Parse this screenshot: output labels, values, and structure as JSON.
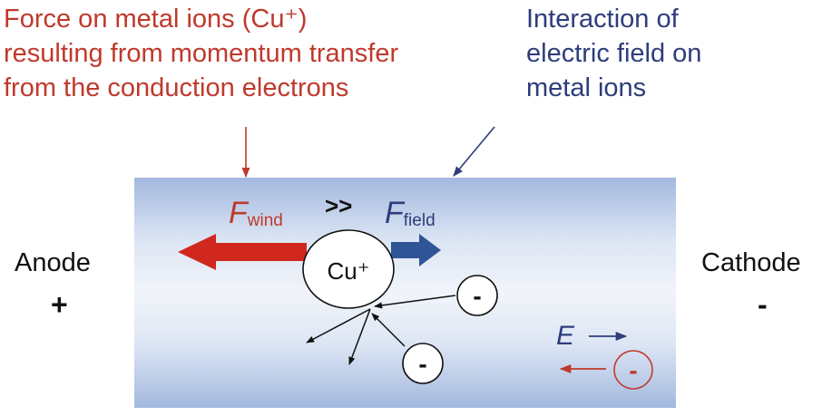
{
  "wind_caption": {
    "line1": "Force on metal ions (Cu⁺)",
    "line2": "resulting from momentum transfer",
    "line3": "from the conduction electrons"
  },
  "field_caption": {
    "line1": "Interaction of",
    "line2": "electric field on",
    "line3": "metal ions"
  },
  "anode": {
    "label": "Anode",
    "sign": "+"
  },
  "cathode": {
    "label": "Cathode",
    "sign": "-"
  },
  "wire": {
    "f_wind": {
      "symbol": "F",
      "subscript": "wind"
    },
    "comparison": ">>",
    "f_field": {
      "symbol": "F",
      "subscript": "field"
    },
    "ion_label": "Cu⁺",
    "electron_label": "-",
    "field_symbol": "E"
  },
  "colors": {
    "red": "#c0392b",
    "blue": "#2e3d7c",
    "arrow_blue": "#2f5597",
    "wire_edge": "#a3b8df",
    "wire_center": "#eef2fa"
  }
}
